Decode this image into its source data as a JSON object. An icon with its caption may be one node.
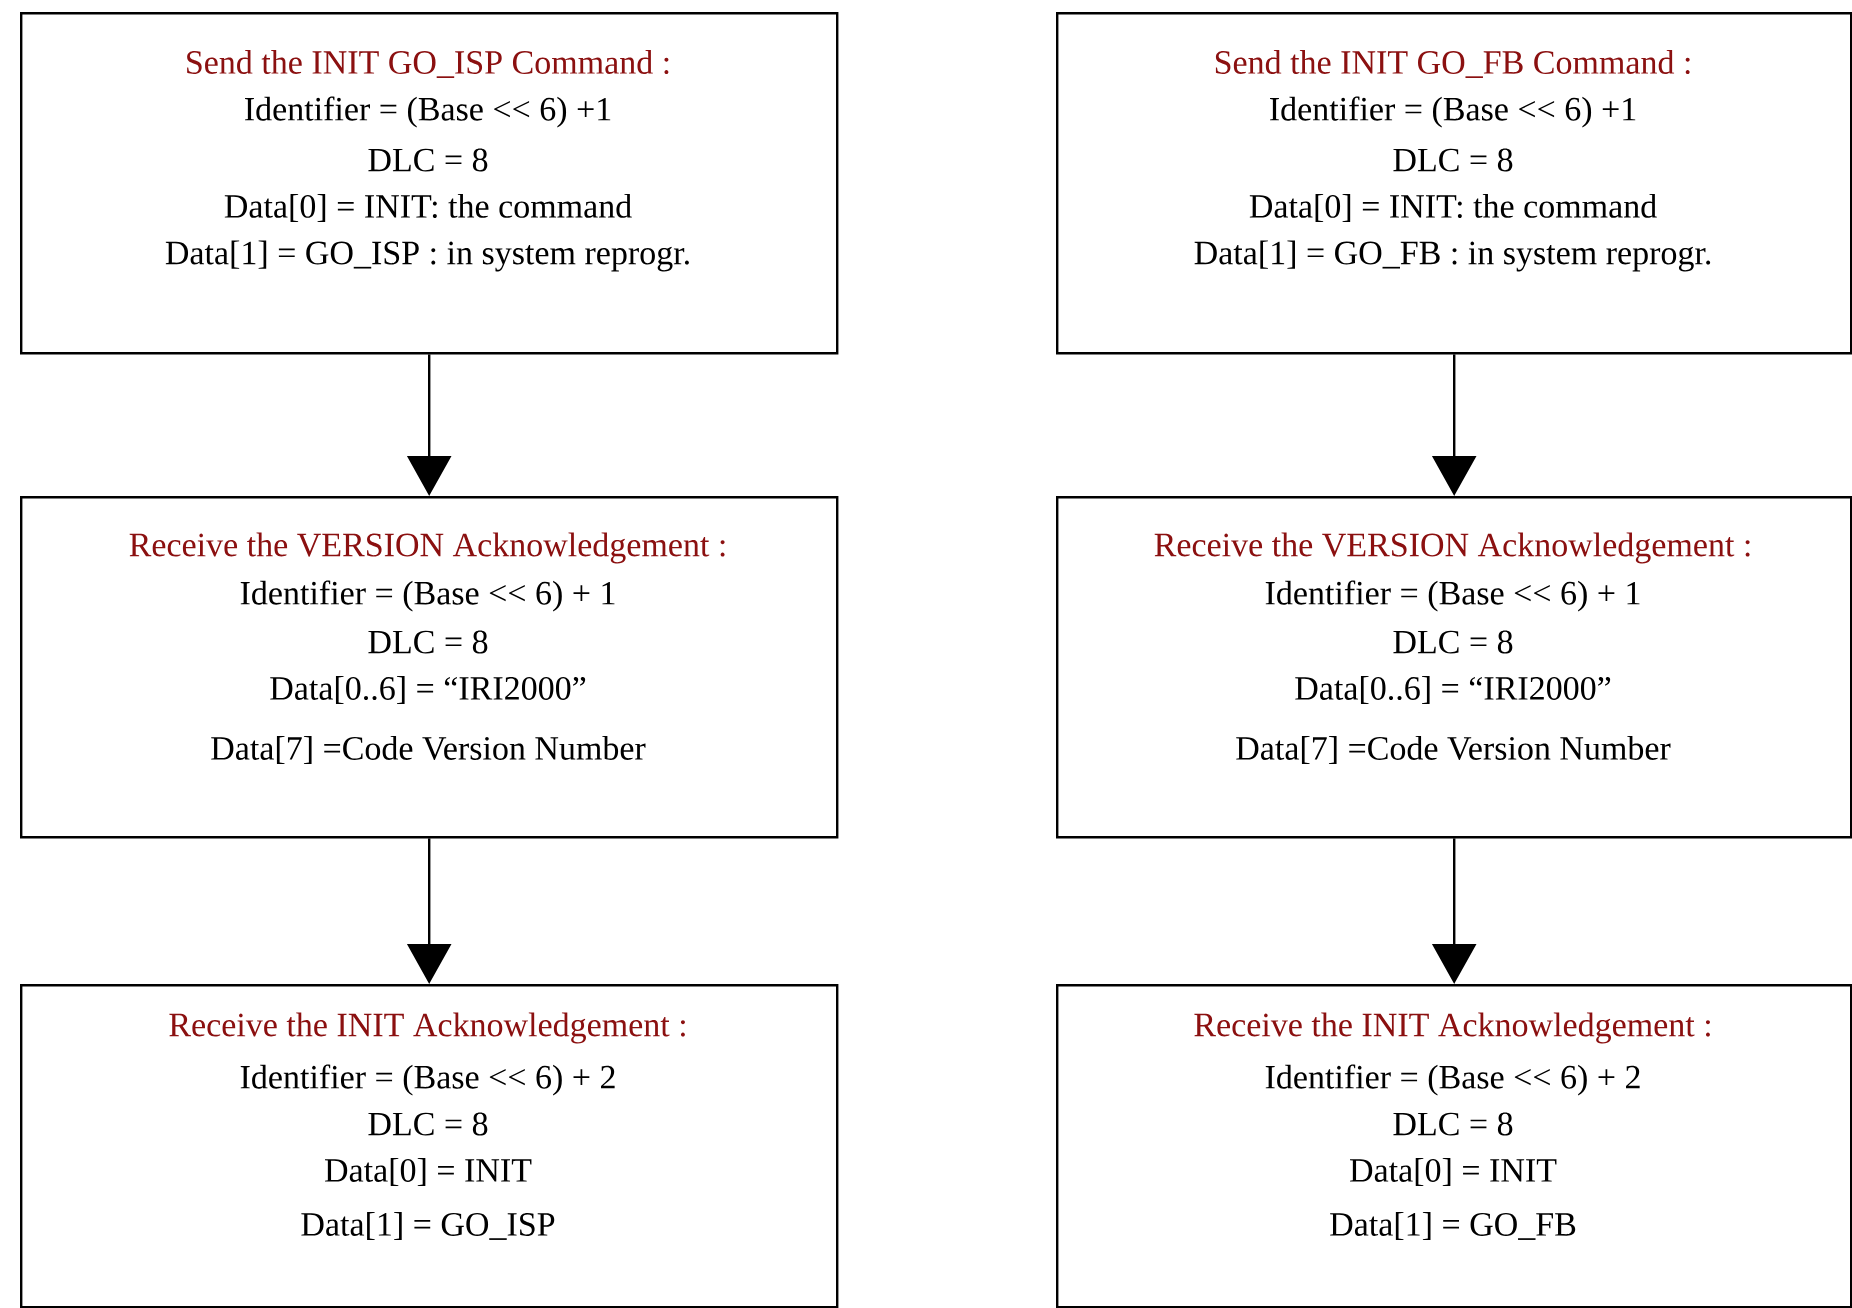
{
  "diagram": {
    "nodes": [
      {
        "text": [
          "Send the INIT GO_ISP Command :",
          "Identifier = (Base << 6) +1",
          "DLC = 8",
          "Data[0] = INIT: the command",
          "Data[1] = GO_ISP : in system reprogr."
        ]
      },
      {
        "text": [
          "Receive the VERSION Acknowledgement :",
          "Identifier = (Base << 6) + 1",
          "DLC = 8",
          "Data[0..6] = “IRI2000”",
          "Data[7] =Code Version Number"
        ]
      },
      {
        "text": [
          "Receive the INIT Acknowledgement :",
          "Identifier = (Base << 6) + 2",
          "DLC = 8",
          "Data[0] = INIT",
          "Data[1] = GO_ISP"
        ]
      },
      {
        "text": [
          "Send the INIT GO_FB Command :",
          "Identifier = (Base << 6) +1",
          "DLC = 8",
          "Data[0] = INIT: the command",
          "Data[1] = GO_FB : in system reprogr."
        ]
      },
      {
        "text": [
          "Receive the VERSION Acknowledgement :",
          "Identifier = (Base << 6) + 1",
          "DLC = 8",
          "Data[0..6] = “IRI2000”",
          "Data[7] =Code Version Number"
        ]
      },
      {
        "text": [
          "Receive the INIT Acknowledgement :",
          "Identifier = (Base << 6) + 2",
          "DLC = 8",
          "Data[0] = INIT",
          "Data[1] = GO_FB"
        ]
      }
    ],
    "edges": [
      {
        "from": 0,
        "to": 1,
        "arrow": "to"
      },
      {
        "from": 1,
        "to": 2,
        "arrow": "to"
      },
      {
        "from": 3,
        "to": 4,
        "arrow": "to"
      },
      {
        "from": 4,
        "to": 5,
        "arrow": "to"
      }
    ]
  }
}
